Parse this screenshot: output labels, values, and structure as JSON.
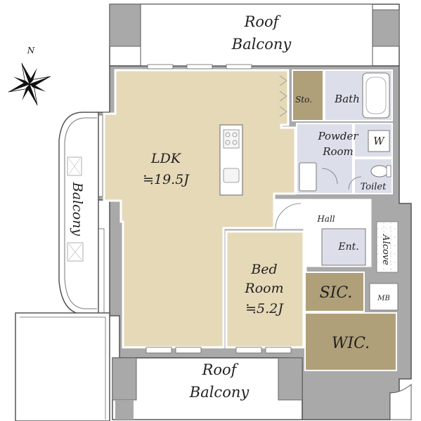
{
  "compass": {
    "north_label": "N"
  },
  "rooms": {
    "ldk": {
      "name": "LDK",
      "size": "≒19.5J"
    },
    "bedroom": {
      "name_line1": "Bed",
      "name_line2": "Room",
      "size": "≒5.2J"
    },
    "storage": {
      "name": "Sto."
    },
    "bath": {
      "name": "Bath"
    },
    "powder": {
      "line1": "Powder",
      "line2": "Room"
    },
    "washer": {
      "name": "W"
    },
    "toilet": {
      "name": "Toilet"
    },
    "hall": {
      "name": "Hall"
    },
    "entrance": {
      "name": "Ent."
    },
    "alcove": {
      "name": "Alcove"
    },
    "sic": {
      "name": "SIC."
    },
    "wic": {
      "name": "WIC."
    },
    "mb": {
      "name": "MB"
    }
  },
  "balconies": {
    "roof_top": {
      "line1": "Roof",
      "line2": "Balcony"
    },
    "roof_bottom": {
      "line1": "Roof",
      "line2": "Balcony"
    },
    "side": {
      "name": "Balcony"
    }
  },
  "colors": {
    "living_floor": "#e6d9b8",
    "wet_area": "#dcdfea",
    "storage_brown": "#b0a079",
    "wall_gray": "#a9a9a9",
    "balcony": "#ffffff"
  }
}
